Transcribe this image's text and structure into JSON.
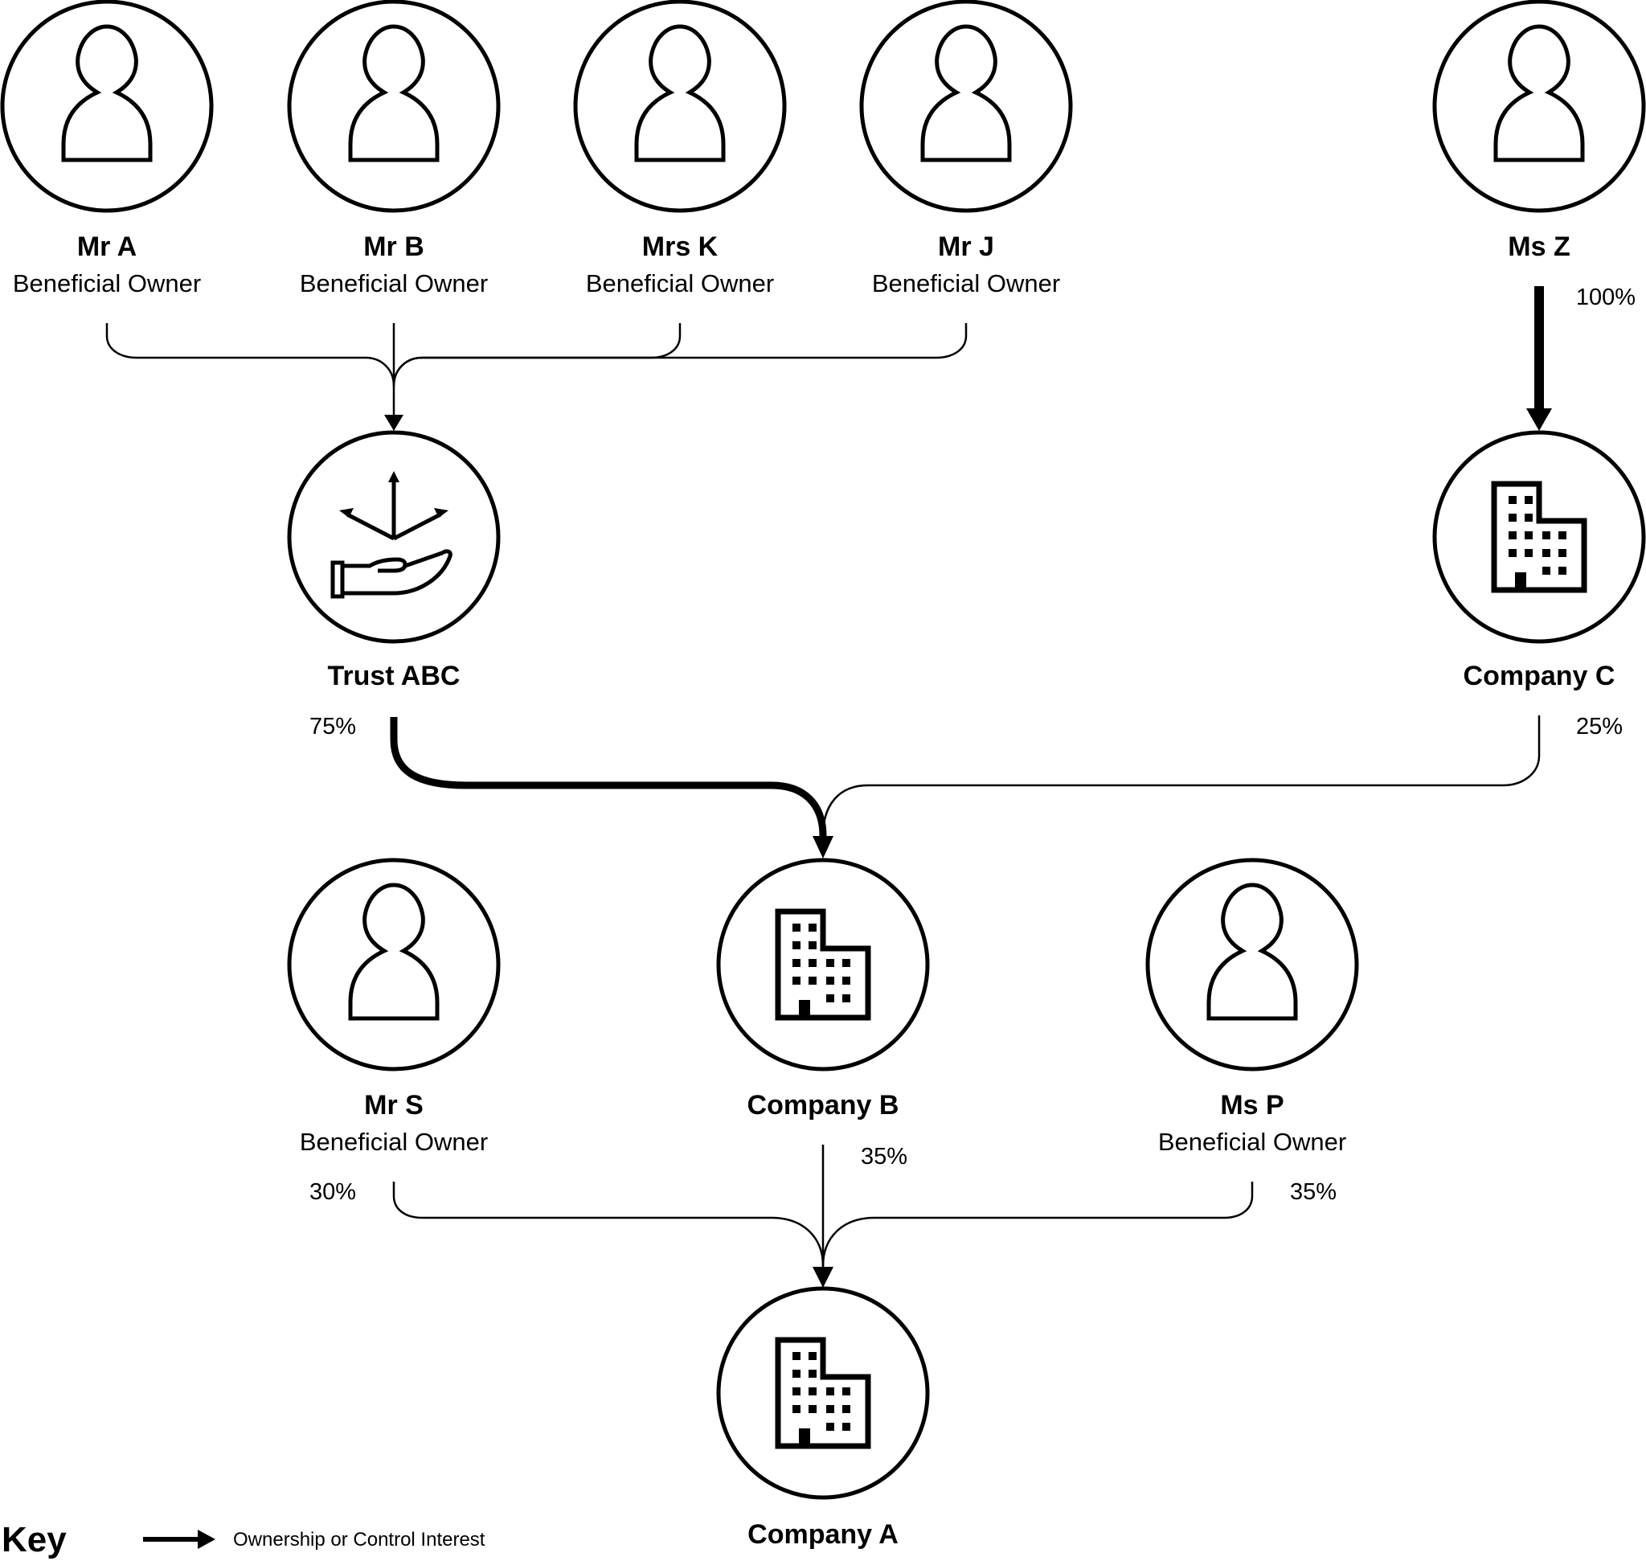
{
  "nodes": {
    "mr_a": {
      "name": "Mr A",
      "role": "Beneficial Owner",
      "icon": "person-icon"
    },
    "mr_b": {
      "name": "Mr B",
      "role": "Beneficial Owner",
      "icon": "person-icon"
    },
    "mrs_k": {
      "name": "Mrs K",
      "role": "Beneficial Owner",
      "icon": "person-icon"
    },
    "mr_j": {
      "name": "Mr J",
      "role": "Beneficial Owner",
      "icon": "person-icon"
    },
    "ms_z": {
      "name": "Ms Z",
      "icon": "person-icon"
    },
    "trust_abc": {
      "name": "Trust ABC",
      "icon": "trust-hand-icon"
    },
    "company_c": {
      "name": "Company C",
      "icon": "building-icon"
    },
    "mr_s": {
      "name": "Mr S",
      "role": "Beneficial Owner",
      "icon": "person-icon"
    },
    "company_b": {
      "name": "Company B",
      "icon": "building-icon"
    },
    "ms_p": {
      "name": "Ms P",
      "role": "Beneficial Owner",
      "icon": "person-icon"
    },
    "company_a": {
      "name": "Company A",
      "icon": "building-icon"
    }
  },
  "edges": [
    {
      "from": "Mr A",
      "to": "Trust ABC",
      "label": ""
    },
    {
      "from": "Mr B",
      "to": "Trust ABC",
      "label": ""
    },
    {
      "from": "Mrs K",
      "to": "Trust ABC",
      "label": ""
    },
    {
      "from": "Mr J",
      "to": "Trust ABC",
      "label": ""
    },
    {
      "from": "Ms Z",
      "to": "Company C",
      "label": "100%"
    },
    {
      "from": "Trust ABC",
      "to": "Company B",
      "label": "75%"
    },
    {
      "from": "Company C",
      "to": "Company B",
      "label": "25%"
    },
    {
      "from": "Mr S",
      "to": "Company A",
      "label": "30%"
    },
    {
      "from": "Company B",
      "to": "Company A",
      "label": "35%"
    },
    {
      "from": "Ms P",
      "to": "Company A",
      "label": "35%"
    }
  ],
  "key": {
    "title": "Key",
    "arrow_label": "Ownership or Control Interest"
  }
}
